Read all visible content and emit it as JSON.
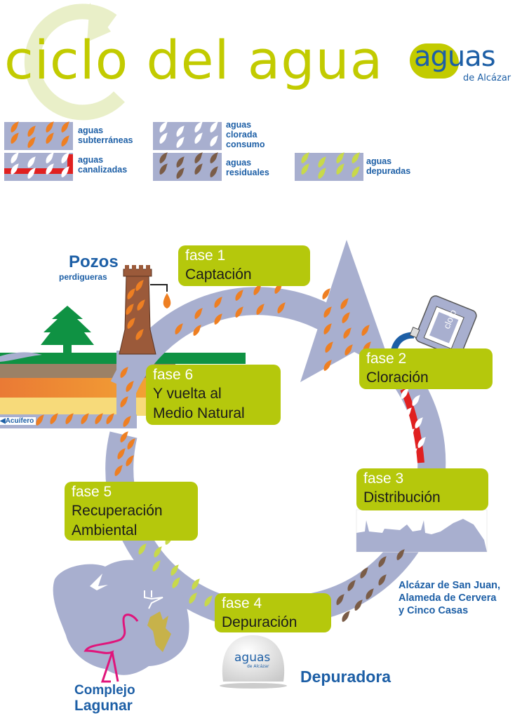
{
  "header": {
    "title": "ciclo del agua",
    "logo": {
      "main": "aguas",
      "sub": "de Alcázar"
    }
  },
  "colors": {
    "accent_green": "#b5c80c",
    "title_green": "#c2cb00",
    "flow_gray": "#a8afcf",
    "text_blue": "#1d5fa6",
    "drop_orange": "#ee7f22",
    "drop_white": "#ffffff",
    "drop_brown": "#7a5c47",
    "drop_lightgreen": "#c8d94a",
    "pipe_red": "#e02020"
  },
  "legend": [
    {
      "label": "aguas subterráneas",
      "lines": [
        "aguas",
        "subterráneas"
      ],
      "drop": "orange-drop-icon"
    },
    {
      "label": "aguas clorada consumo",
      "lines": [
        "aguas",
        "clorada",
        "consumo"
      ],
      "drop": "white-drop-icon"
    },
    {
      "label": "aguas canalizadas",
      "lines": [
        "aguas",
        "canalizadas"
      ],
      "drop": "white-drop-red-pipe-icon"
    },
    {
      "label": "aguas residuales",
      "lines": [
        "aguas",
        "residuales"
      ],
      "drop": "brown-drop-icon"
    },
    {
      "label": "aguas depuradas",
      "lines": [
        "aguas",
        "depuradas"
      ],
      "drop": "green-drop-icon"
    }
  ],
  "phases": [
    {
      "number": "fase 1",
      "name": [
        "Captación"
      ]
    },
    {
      "number": "fase 2",
      "name": [
        "Cloración"
      ]
    },
    {
      "number": "fase 3",
      "name": [
        "Distribución"
      ]
    },
    {
      "number": "fase 4",
      "name": [
        "Depuración"
      ]
    },
    {
      "number": "fase 5",
      "name": [
        "Recuperación",
        "Ambiental"
      ]
    },
    {
      "number": "fase 6",
      "name": [
        "Y vuelta al",
        "Medio Natural"
      ]
    }
  ],
  "places": {
    "pozos": {
      "title": "Pozos",
      "subtitle": "perdigueras"
    },
    "acuifero": "Acuífero",
    "cloro_label": "cloro",
    "towns": [
      "Alcázar de San Juan,",
      "Alameda de Cervera",
      "y Cinco Casas"
    ],
    "depuradora": "Depuradora",
    "depuradora_logo": {
      "main": "aguas",
      "sub": "de Alcázar"
    },
    "lagunar": [
      "Complejo",
      "Lagunar"
    ]
  }
}
